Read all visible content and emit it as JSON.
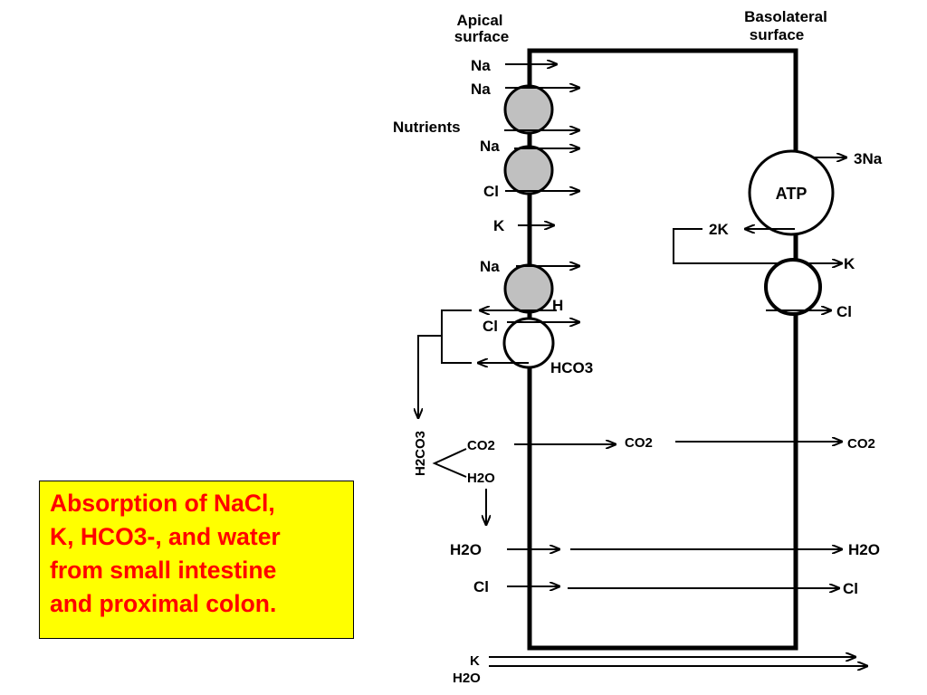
{
  "header": {
    "apical_line1": "Apical",
    "apical_line2": "surface",
    "basolateral_line1": "Basolateral",
    "basolateral_line2": "surface"
  },
  "apical": {
    "na_1": "Na",
    "na_2": "Na",
    "nutrients": "Nutrients",
    "na_3": "Na",
    "cl_1": "Cl",
    "k": "K",
    "na_4": "Na",
    "h": "H",
    "cl_2": "Cl",
    "hco3": "HCO3",
    "h2co3": "H2CO3",
    "co2": "CO2",
    "h2o": "H2O",
    "h2o_2": "H2O",
    "cl_3": "Cl",
    "k_bottom": "K",
    "h2o_bottom": "H2O"
  },
  "interior": {
    "co2": "CO2"
  },
  "basolateral": {
    "na_3": "3Na",
    "atp": "ATP",
    "k_2": "2K",
    "k": "K",
    "cl": "Cl",
    "co2": "CO2",
    "h2o": "H2O",
    "cl_2": "Cl"
  },
  "caption": {
    "line1": "Absorption of NaCl,",
    "line2": "K, HCO3-, and water",
    "line3": "from small intestine",
    "line4": "and proximal colon."
  },
  "colors": {
    "carrier_fill": "#c0c0c0",
    "caption_background": "#ffff00",
    "caption_text": "#ff0000"
  }
}
